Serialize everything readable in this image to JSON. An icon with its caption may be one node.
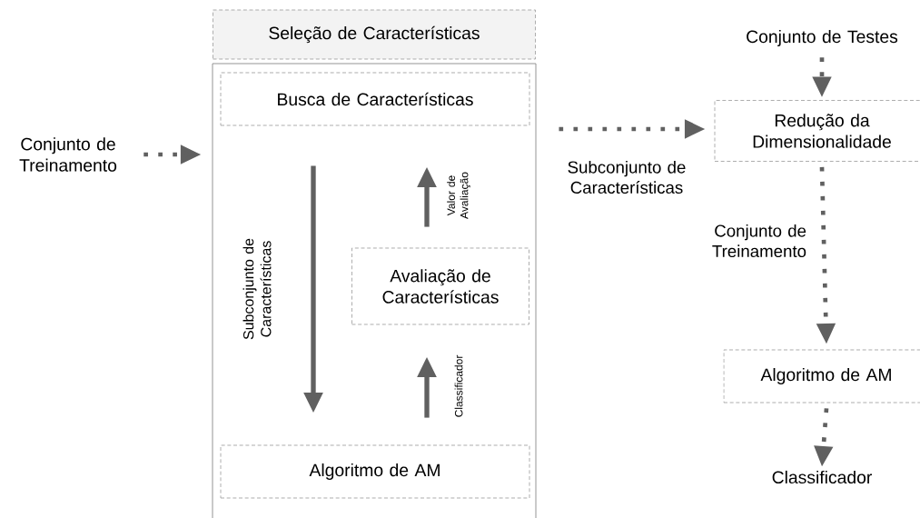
{
  "diagram": {
    "nodes": [
      {
        "text": [
          "Conjunto de Treinamento"
        ]
      },
      {
        "text": [
          "Seleção de Características"
        ]
      },
      {
        "text": [],
        "shape": "box"
      },
      {
        "text": [
          "Busca de Características"
        ],
        "in": 2
      },
      {
        "text": [
          "Avaliação de Características"
        ],
        "in": 2
      },
      {
        "text": [
          "Algoritmo de AM"
        ],
        "in": 2
      },
      {
        "text": [
          "Conjunto de Testes"
        ]
      },
      {
        "text": [
          "Redução da Dimensionalidade"
        ]
      },
      {
        "text": [
          "Algoritmo de AM"
        ]
      },
      {
        "text": [
          "Classificador"
        ]
      }
    ],
    "edges": [
      {
        "from": 0,
        "to": 2,
        "arrow": "to",
        "style": "dashed"
      },
      {
        "from": 3,
        "to": 5,
        "arrow": "to",
        "label": "Subconjunto de Características"
      },
      {
        "from": 4,
        "to": 3,
        "arrow": "to",
        "label": "Valor de Avaliação"
      },
      {
        "from": 5,
        "to": 4,
        "arrow": "to",
        "label": "Classificador"
      },
      {
        "from": 2,
        "to": 7,
        "arrow": "to",
        "style": "dashed",
        "label": "Subconjunto de Características"
      },
      {
        "from": 6,
        "to": 7,
        "arrow": "to",
        "style": "dashed"
      },
      {
        "from": 7,
        "to": 8,
        "arrow": "to",
        "style": "dashed",
        "label": "Conjunto de Treinamento"
      },
      {
        "from": 8,
        "to": 9,
        "arrow": "to",
        "style": "dashed"
      }
    ]
  }
}
